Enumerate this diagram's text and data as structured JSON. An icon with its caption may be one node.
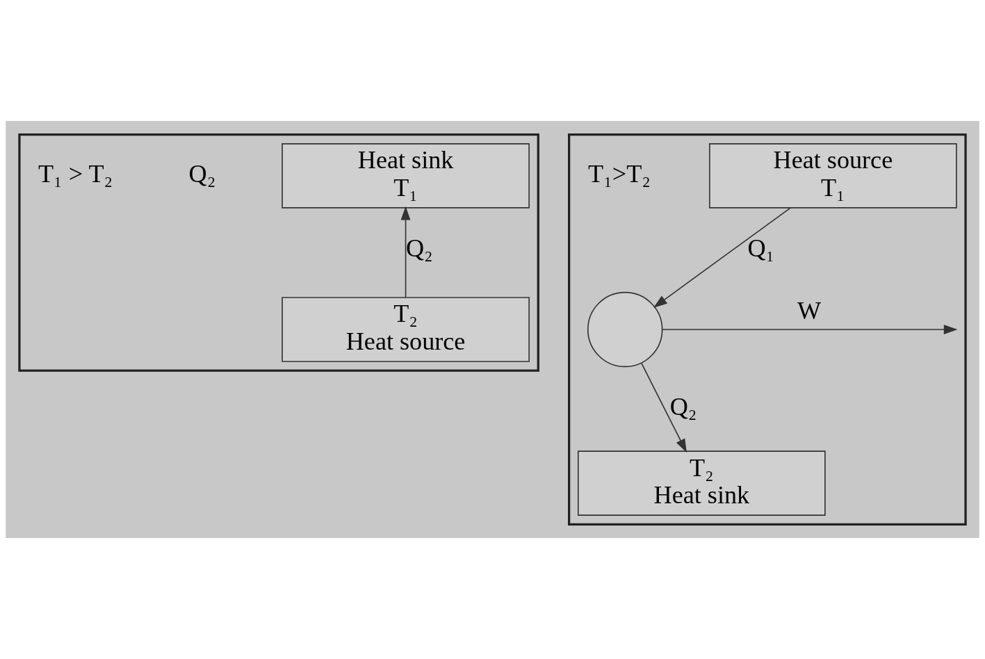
{
  "diagram": {
    "nodes": [
      {
        "text": [],
        "shape": "box"
      },
      {
        "text": [
          "Heat sink",
          "T₁"
        ],
        "in": 0
      },
      {
        "text": [
          "T₂",
          "Heat source"
        ],
        "in": 0
      },
      {
        "text": [],
        "shape": "box"
      },
      {
        "text": [
          "Heat source",
          "T₁"
        ],
        "in": 3
      },
      {
        "text": [],
        "shape": "circle",
        "in": 3
      },
      {
        "text": [
          "T₂",
          "Heat sink"
        ],
        "in": 3
      }
    ],
    "edges": [
      {
        "from": 2,
        "to": 1,
        "arrow": "to",
        "label": "Q₂"
      },
      {
        "from": 4,
        "to": 5,
        "arrow": "to",
        "label": "Q₁"
      },
      {
        "from": 5,
        "to": 6,
        "arrow": "to",
        "label": "Q₂"
      },
      {
        "from": 5,
        "to": null,
        "arrow": "to",
        "label": "W"
      }
    ],
    "labels": [
      "Q₂",
      "T₁ > T₂",
      "T₁>T₂"
    ]
  }
}
